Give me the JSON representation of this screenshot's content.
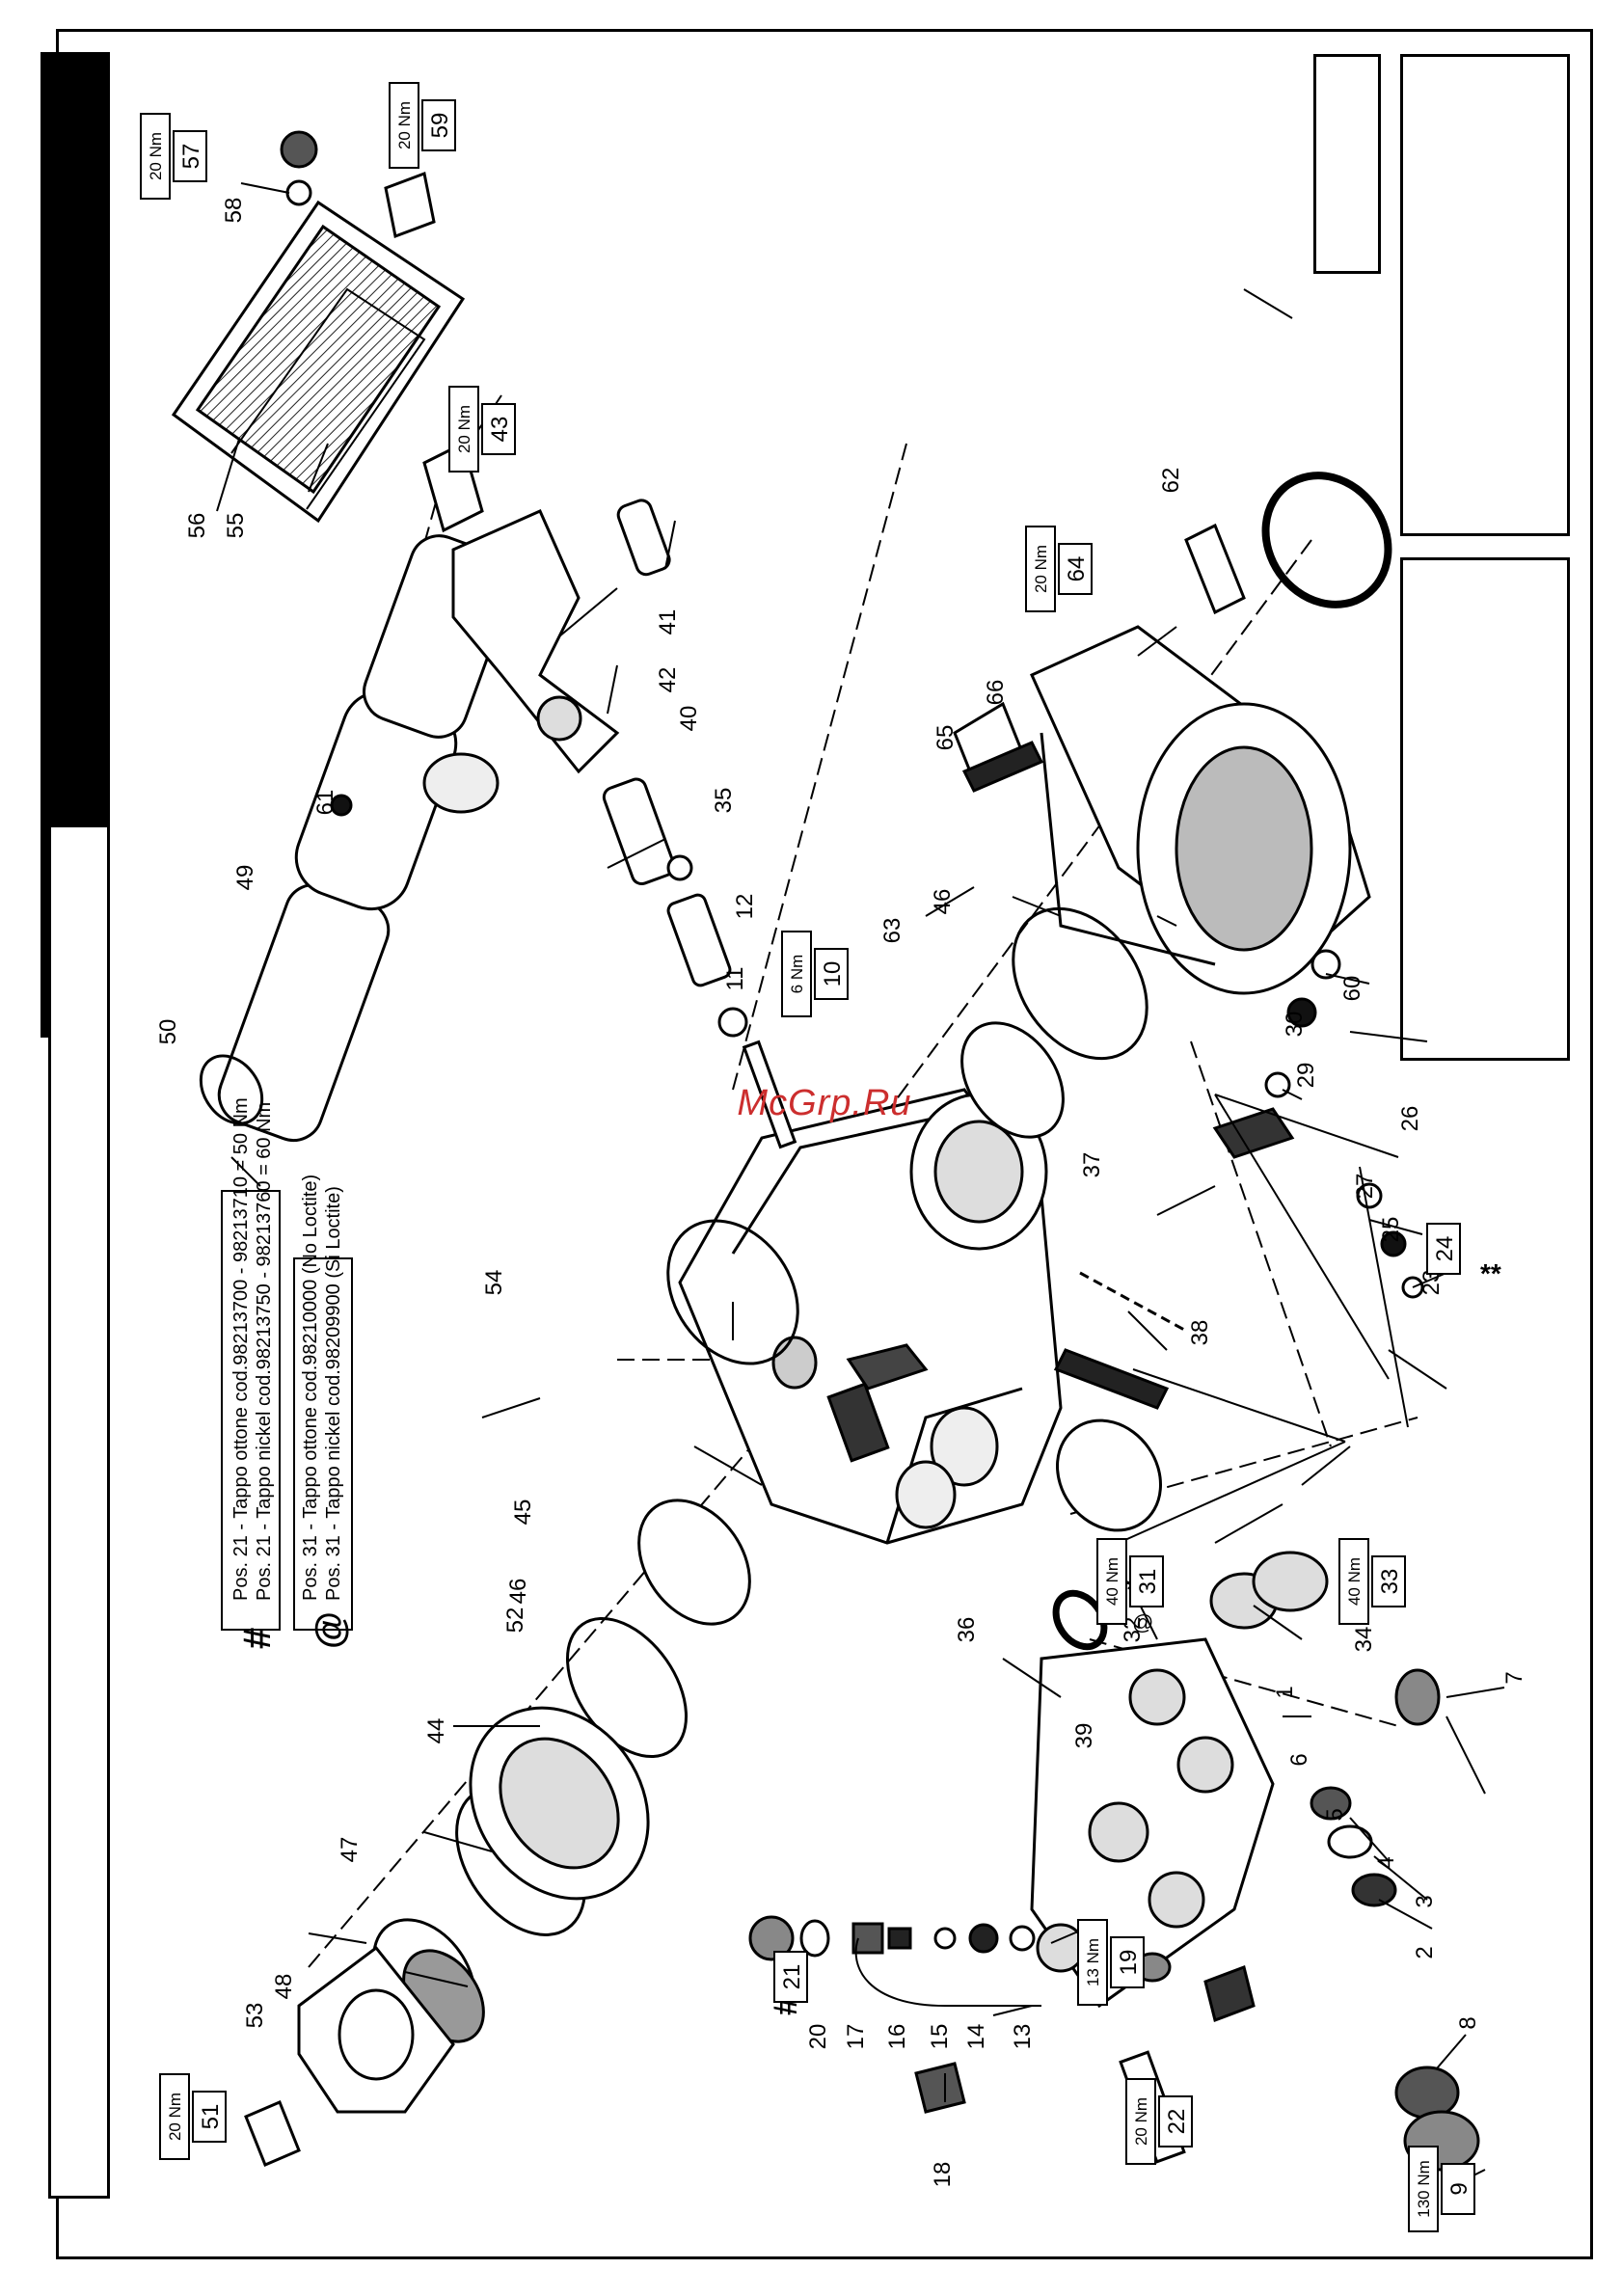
{
  "watermark": "McGrp.Ru",
  "notes": {
    "hash_symbol": "#",
    "hash_line1": "Pos. 21 - Tappo ottone cod.98213700 - 98213710 = 50 Nm",
    "hash_line2": "Pos. 21 - Tappo nickel cod.98213750 - 98213760 = 60 Nm",
    "at_symbol": "@",
    "at_line1": "Pos. 31 - Tappo ottone cod.98210000 (No Loctite)",
    "at_line2": "Pos. 31 - Tappo nickel cod.98209900 (Si Loctite)"
  },
  "labels": [
    {
      "id": "1",
      "text": "1"
    },
    {
      "id": "2",
      "text": "2"
    },
    {
      "id": "3",
      "text": "3"
    },
    {
      "id": "4",
      "text": "4"
    },
    {
      "id": "5",
      "text": "5"
    },
    {
      "id": "6",
      "text": "6"
    },
    {
      "id": "7",
      "text": "7"
    },
    {
      "id": "8",
      "text": "8"
    },
    {
      "id": "11",
      "text": "11"
    },
    {
      "id": "12",
      "text": "12"
    },
    {
      "id": "13",
      "text": "13"
    },
    {
      "id": "14",
      "text": "14"
    },
    {
      "id": "15",
      "text": "15"
    },
    {
      "id": "16",
      "text": "16"
    },
    {
      "id": "17",
      "text": "17"
    },
    {
      "id": "18",
      "text": "18"
    },
    {
      "id": "20",
      "text": "20"
    },
    {
      "id": "23",
      "text": "23"
    },
    {
      "id": "25",
      "text": "25"
    },
    {
      "id": "26",
      "text": "26"
    },
    {
      "id": "27",
      "text": "27"
    },
    {
      "id": "29",
      "text": "29"
    },
    {
      "id": "30",
      "text": "30"
    },
    {
      "id": "32",
      "text": "32"
    },
    {
      "id": "34",
      "text": "34"
    },
    {
      "id": "35",
      "text": "35"
    },
    {
      "id": "36",
      "text": "36"
    },
    {
      "id": "37",
      "text": "37"
    },
    {
      "id": "38",
      "text": "38"
    },
    {
      "id": "39",
      "text": "39"
    },
    {
      "id": "40",
      "text": "40"
    },
    {
      "id": "41",
      "text": "41"
    },
    {
      "id": "42",
      "text": "42"
    },
    {
      "id": "44",
      "text": "44"
    },
    {
      "id": "45",
      "text": "45"
    },
    {
      "id": "46a",
      "text": "46"
    },
    {
      "id": "46b",
      "text": "46"
    },
    {
      "id": "47",
      "text": "47"
    },
    {
      "id": "48",
      "text": "48"
    },
    {
      "id": "49",
      "text": "49"
    },
    {
      "id": "50",
      "text": "50"
    },
    {
      "id": "52",
      "text": "52"
    },
    {
      "id": "53",
      "text": "53"
    },
    {
      "id": "54",
      "text": "54"
    },
    {
      "id": "55",
      "text": "55"
    },
    {
      "id": "56",
      "text": "56"
    },
    {
      "id": "58",
      "text": "58"
    },
    {
      "id": "60",
      "text": "60"
    },
    {
      "id": "61",
      "text": "61"
    },
    {
      "id": "62",
      "text": "62"
    },
    {
      "id": "63",
      "text": "63"
    },
    {
      "id": "65",
      "text": "65"
    },
    {
      "id": "66",
      "text": "66"
    }
  ],
  "boxed": [
    {
      "id": "9",
      "num": "9",
      "torque": "130 Nm"
    },
    {
      "id": "10",
      "num": "10",
      "torque": "6 Nm"
    },
    {
      "id": "19",
      "num": "19",
      "torque": "13 Nm"
    },
    {
      "id": "21",
      "num": "21",
      "torque": ""
    },
    {
      "id": "22",
      "num": "22",
      "torque": "20 Nm"
    },
    {
      "id": "24",
      "num": "24",
      "torque": ""
    },
    {
      "id": "31",
      "num": "31",
      "torque": "40 Nm"
    },
    {
      "id": "33",
      "num": "33",
      "torque": "40 Nm"
    },
    {
      "id": "43",
      "num": "43",
      "torque": "20 Nm"
    },
    {
      "id": "51",
      "num": "51",
      "torque": "20 Nm"
    },
    {
      "id": "57",
      "num": "57",
      "torque": "20 Nm"
    },
    {
      "id": "59",
      "num": "59",
      "torque": "20 Nm"
    },
    {
      "id": "64",
      "num": "64",
      "torque": "20 Nm"
    }
  ],
  "symbols": {
    "hash_21": "#",
    "star_19": "*",
    "star_32": "*",
    "at_31": "@",
    "dstar_24": "**"
  }
}
